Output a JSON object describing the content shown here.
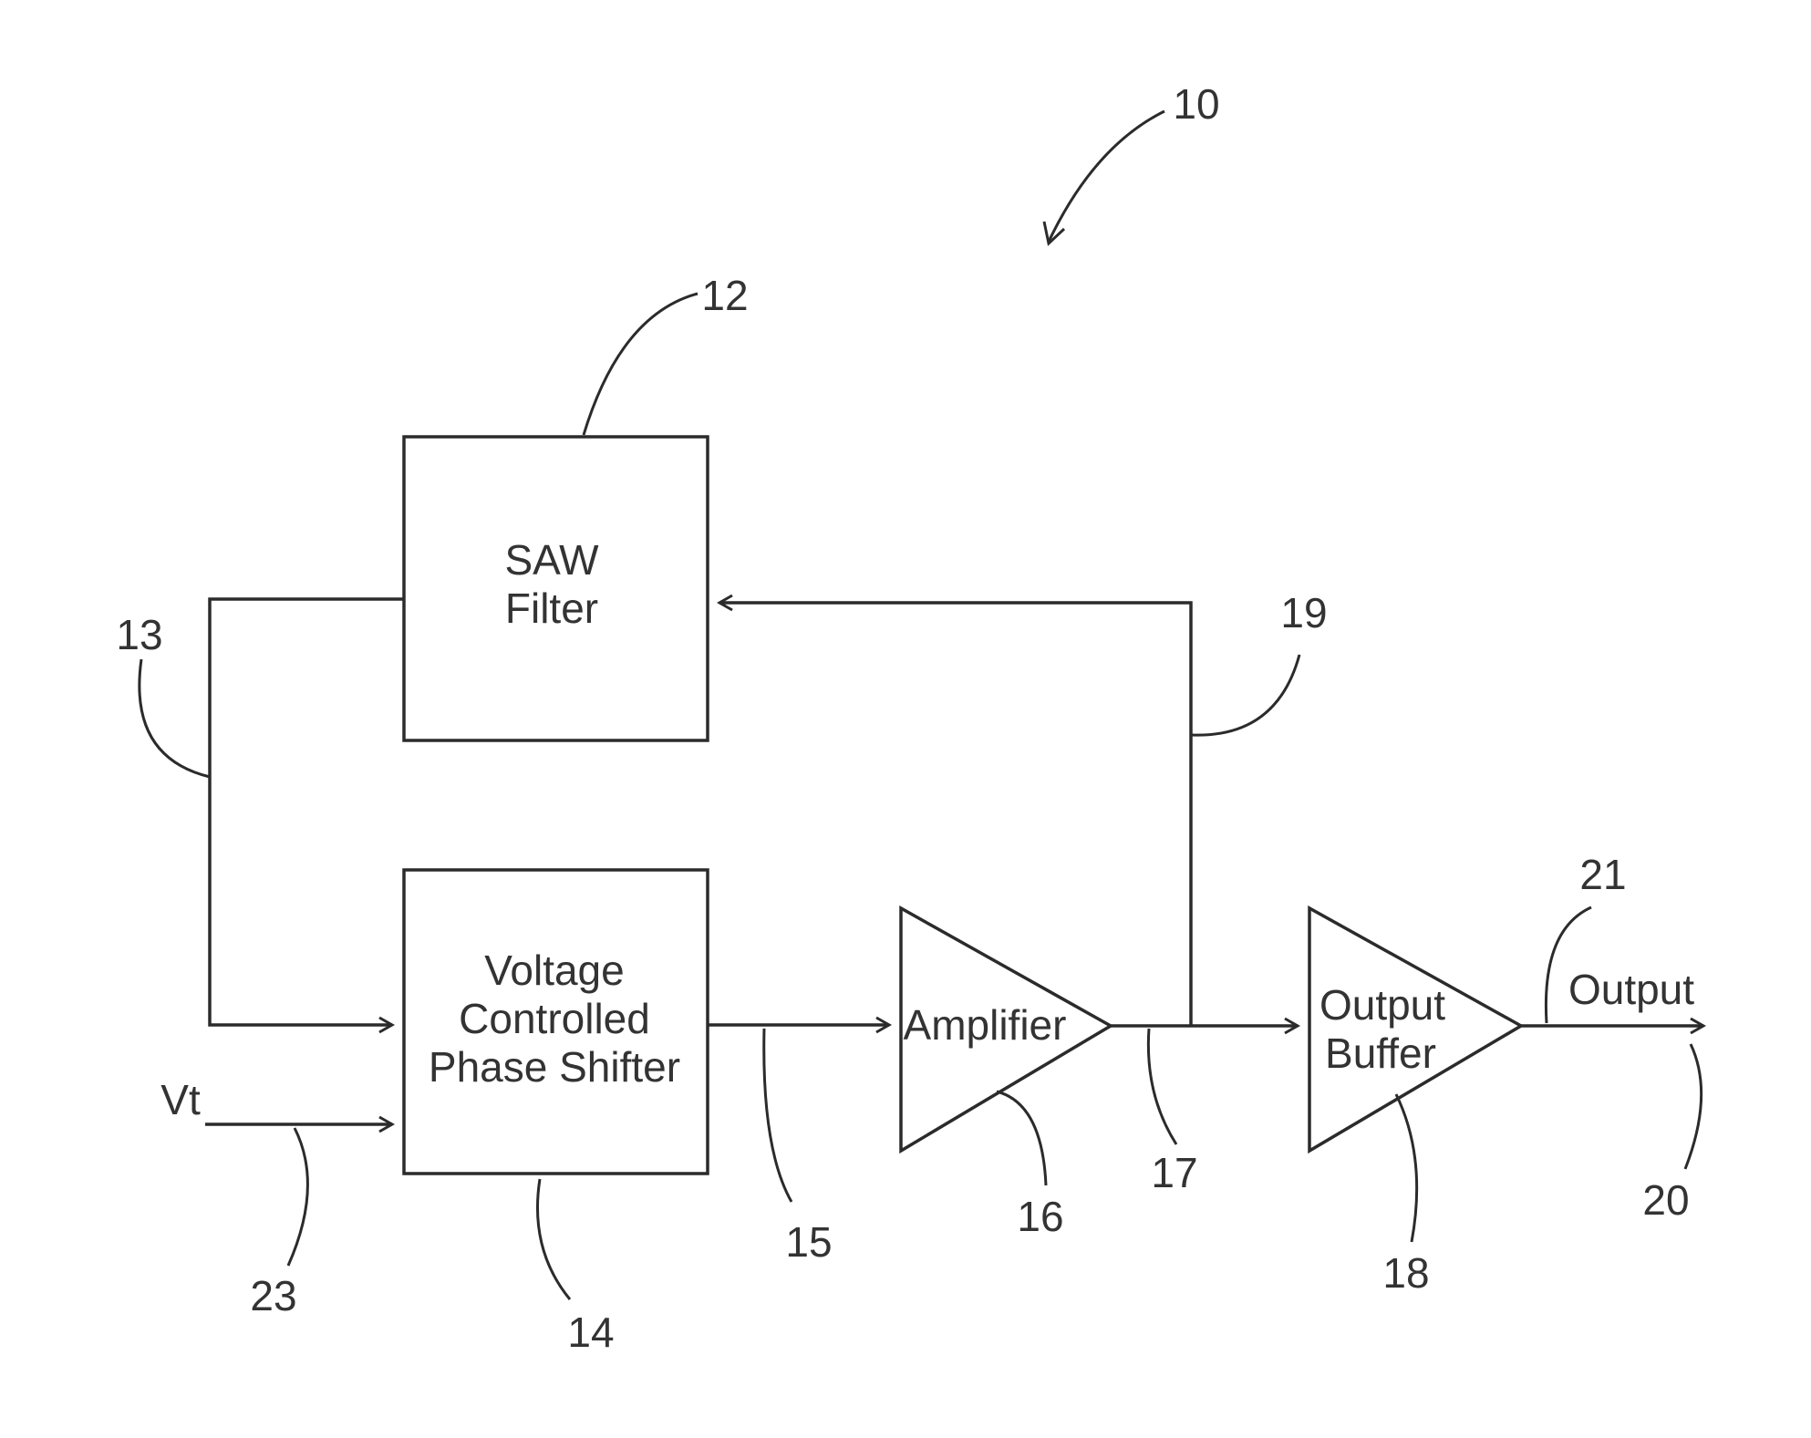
{
  "blocks": {
    "saw_filter": {
      "line1": "SAW",
      "line2": "Filter"
    },
    "phase_shifter": {
      "line1": "Voltage",
      "line2": "Controlled",
      "line3": "Phase Shifter"
    },
    "amplifier": {
      "label": "Amplifier"
    },
    "output_buffer": {
      "line1": "Output",
      "line2": "Buffer"
    }
  },
  "signals": {
    "vt": "Vt",
    "output": "Output"
  },
  "refs": {
    "r10": "10",
    "r12": "12",
    "r13": "13",
    "r14": "14",
    "r15": "15",
    "r16": "16",
    "r17": "17",
    "r18": "18",
    "r19": "19",
    "r20": "20",
    "r21": "21",
    "r23": "23"
  }
}
